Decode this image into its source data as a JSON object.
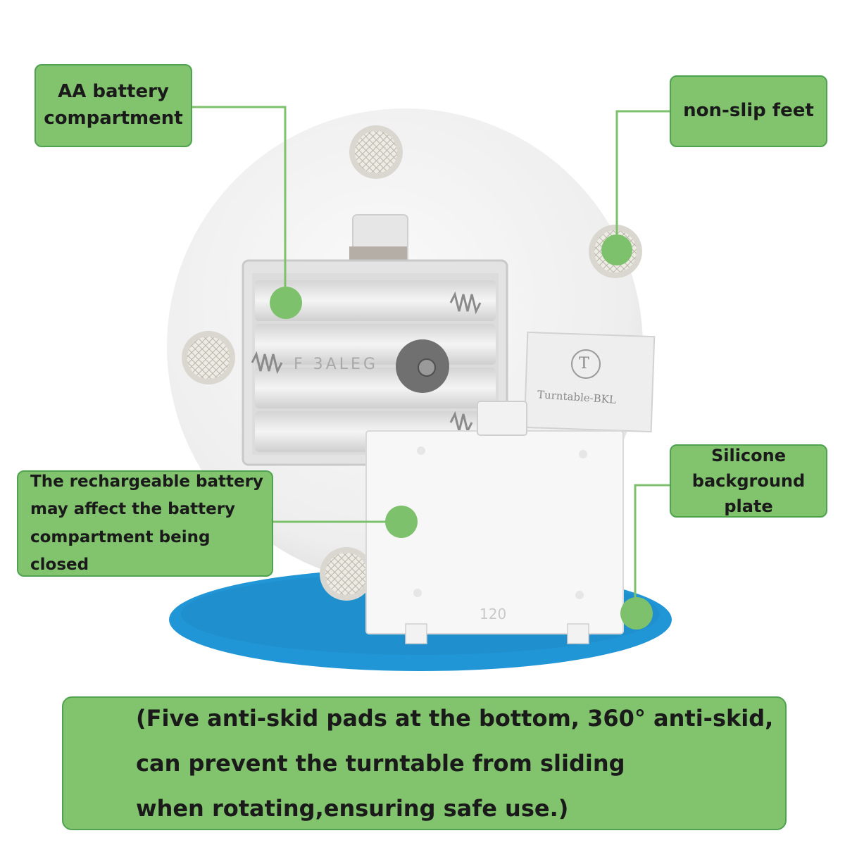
{
  "callouts": {
    "aa_battery": {
      "lines": [
        "AA battery",
        "compartment"
      ]
    },
    "non_slip": {
      "lines": [
        "non-slip feet"
      ]
    },
    "silicone": {
      "lines": [
        "Silicone",
        "background plate"
      ]
    },
    "rechargeable": {
      "lines": [
        "The rechargeable battery",
        "may affect the battery",
        "compartment being closed"
      ]
    },
    "bottom_note": {
      "lines": [
        "(Five anti-skid pads at the bottom, 360°  anti-skid,",
        "can prevent the turntable from sliding",
        "when rotating,ensuring safe use.)"
      ]
    }
  },
  "product": {
    "brand_label": "Turntable-BKL",
    "logo_letter": "T",
    "cover_number": "120",
    "compartment_text": "F 3ALEG"
  },
  "colors": {
    "callout_fill": "#82c36e",
    "callout_border": "#4fa350",
    "leader_line": "#7ec16c",
    "plate_blue": "#2196d6",
    "body_white": "#f2f2f2"
  }
}
